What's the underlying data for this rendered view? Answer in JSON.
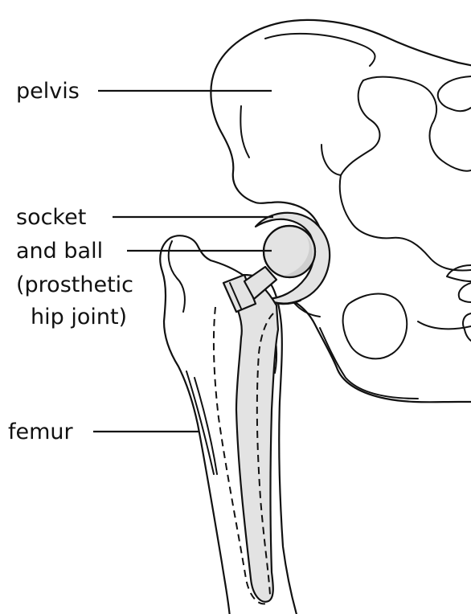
{
  "diagram": {
    "labels": {
      "pelvis": "pelvis",
      "socket_and_ball_line1": "socket",
      "socket_and_ball_line2": "and ball",
      "socket_and_ball_line3": "(prosthetic",
      "socket_and_ball_line4": "hip joint)",
      "femur": "femur"
    },
    "colors": {
      "outline": "#111111",
      "prosthesis_fill": "#e3e3e3",
      "background": "#ffffff"
    }
  }
}
